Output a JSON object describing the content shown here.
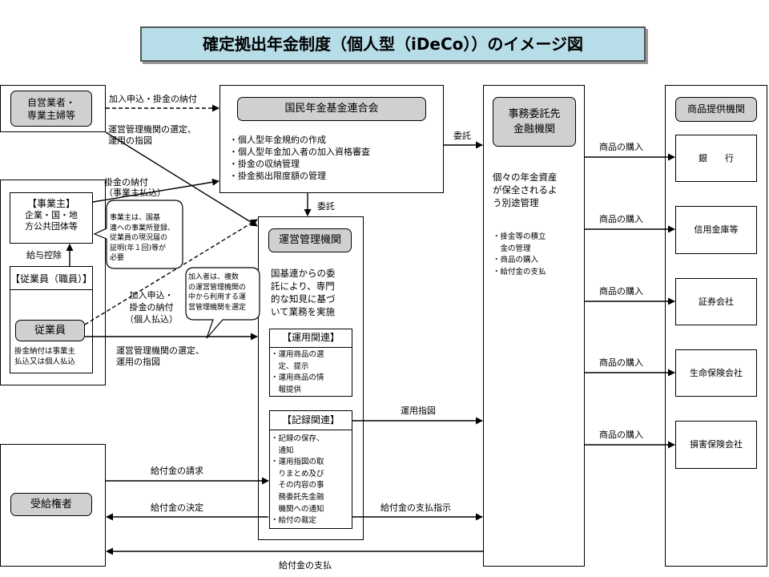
{
  "title": "確定拠出年金制度（個人型（iDeCo））のイメージ図",
  "self_employed": {
    "label": "自営業者・\n専業主婦等"
  },
  "employer": {
    "label": "【事業主】",
    "sub": "企業・国・地\n方公共団体等"
  },
  "employees_group": {
    "label": "【従業員（職員）】"
  },
  "employee": {
    "label": "従業員",
    "note": "掛金納付は事業主\n払込又は個人払込"
  },
  "beneficiary": {
    "label": "受給権者"
  },
  "federation": {
    "label": "国民年金基金連合会",
    "items": [
      "・個人型年金規約の作成",
      "・個人型年金加入者の加入資格審査",
      "・掛金の収納管理",
      "・掛金拠出限度額の管理"
    ]
  },
  "record_keeper": {
    "label": "運営管理機関",
    "desc": "国基連からの委\n託により、専門\n的な知見に基づ\nいて業務を実施",
    "operation_title": "【運用関連】",
    "operation_items": "・運用商品の選\n　定、提示\n・運用商品の情\n　報提供",
    "record_title": "【記録関連】",
    "record_items": "・記録の保存、\n　通知\n・運用指図の取\n　りまとめ及び\n　その内容の事\n　務委託先金融\n　機関への通知\n・給付の裁定"
  },
  "trustee": {
    "label": "事務委託先\n金融機関",
    "desc": "個々の年金資産\nが保全されるよ\nう別途管理",
    "items": "・掛金等の積立\n　金の管理\n・商品の購入\n・給付金の支払"
  },
  "providers": {
    "title": "商品提供機関",
    "items": [
      "銀　　行",
      "信用金庫等",
      "証券会社",
      "生命保険会社",
      "損害保険会社"
    ]
  },
  "balloon1": "事業主は、国基\n連への事業所登録、\n従業員の現況届の\n証明(年１回)等が\n必要",
  "balloon2": "加入者は、複数\nの運営管理機関の\n中から利用する運\n営管理機関を選定",
  "labels": {
    "apply_self": "加入申込・掛金の納付",
    "select_rk_top": "運営管理機関の選定、\n運用の指図",
    "contribution_employer": "掛金の納付\n（事業主払込）",
    "salary_deduction": "給与控除",
    "apply_individual": "加入申込・\n掛金の納付\n（個人払込）",
    "select_rk_emp": "運営管理機関の選定、\n運用の指図",
    "entrust_1": "委託",
    "entrust_2": "委託",
    "investment_instruction": "運用指図",
    "benefit_request": "給付金の請求",
    "benefit_decision": "給付金の決定",
    "payment_instruction": "給付金の支払指示",
    "benefit_payment": "給付金の支払",
    "purchase": [
      "商品の購入",
      "商品の購入",
      "商品の購入",
      "商品の購入",
      "商品の購入"
    ]
  }
}
